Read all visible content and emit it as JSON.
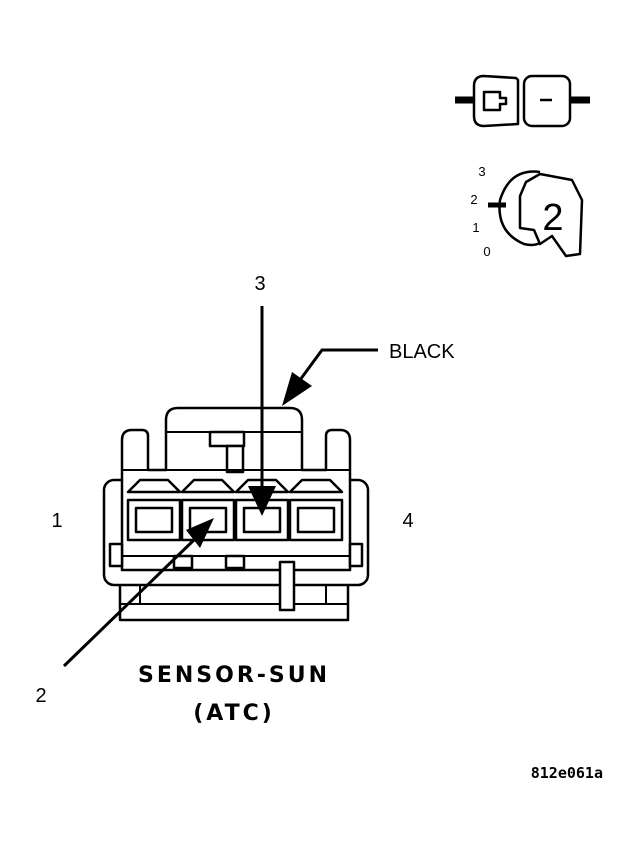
{
  "connector": {
    "wire_color": "BLACK",
    "pin_labels": {
      "pin1": "1",
      "pin2": "2",
      "pin3": "3",
      "pin4": "4"
    },
    "title_line1": "SENSOR-SUN",
    "title_line2": "(ATC)"
  },
  "key_icon": {
    "scale_labels": [
      "3",
      "2",
      "1",
      "0"
    ],
    "key_number": "2"
  },
  "figure_code": "812e061a"
}
